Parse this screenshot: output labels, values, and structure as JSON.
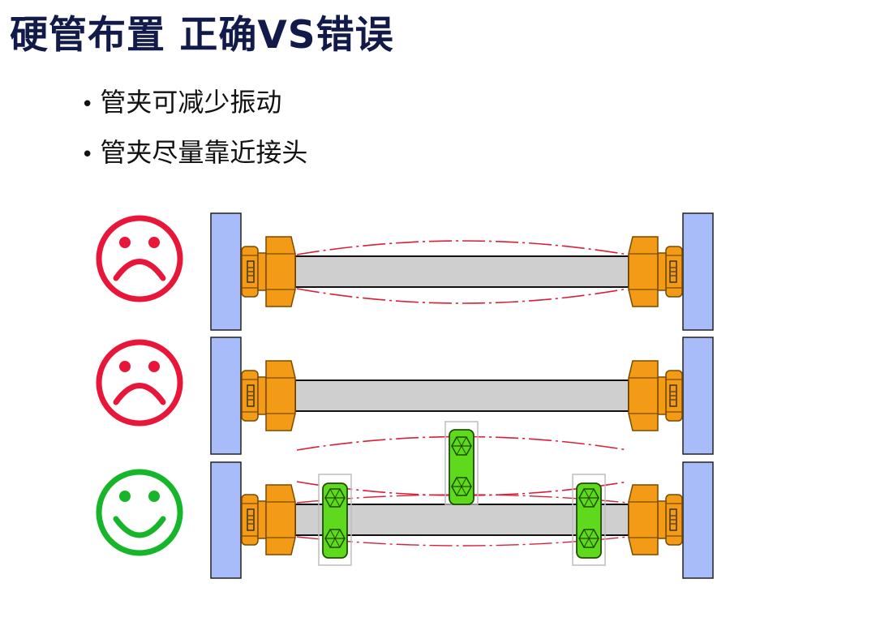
{
  "title": "硬管布置 正确VS错误",
  "bullets": [
    {
      "text": "管夹可减少振动"
    },
    {
      "text": "管夹尽量靠近接头"
    }
  ],
  "rows": [
    {
      "name": "no-clamp-vibrating",
      "face": "sad",
      "status": "wrong",
      "clamps": 0
    },
    {
      "name": "no-clamp-static",
      "face": "sad",
      "status": "wrong",
      "clamps": 0
    },
    {
      "name": "clamped",
      "face": "happy",
      "status": "correct",
      "clamps": 3
    }
  ],
  "colors": {
    "title": "#121a4a",
    "sad_face": "#e8173a",
    "happy_face": "#16b52a",
    "bulkhead": "#a7bcf8",
    "fitting": "#f39a16",
    "tube": "#cfcfcf",
    "clamp": "#5fd91c",
    "vibration": "#d8203a"
  }
}
